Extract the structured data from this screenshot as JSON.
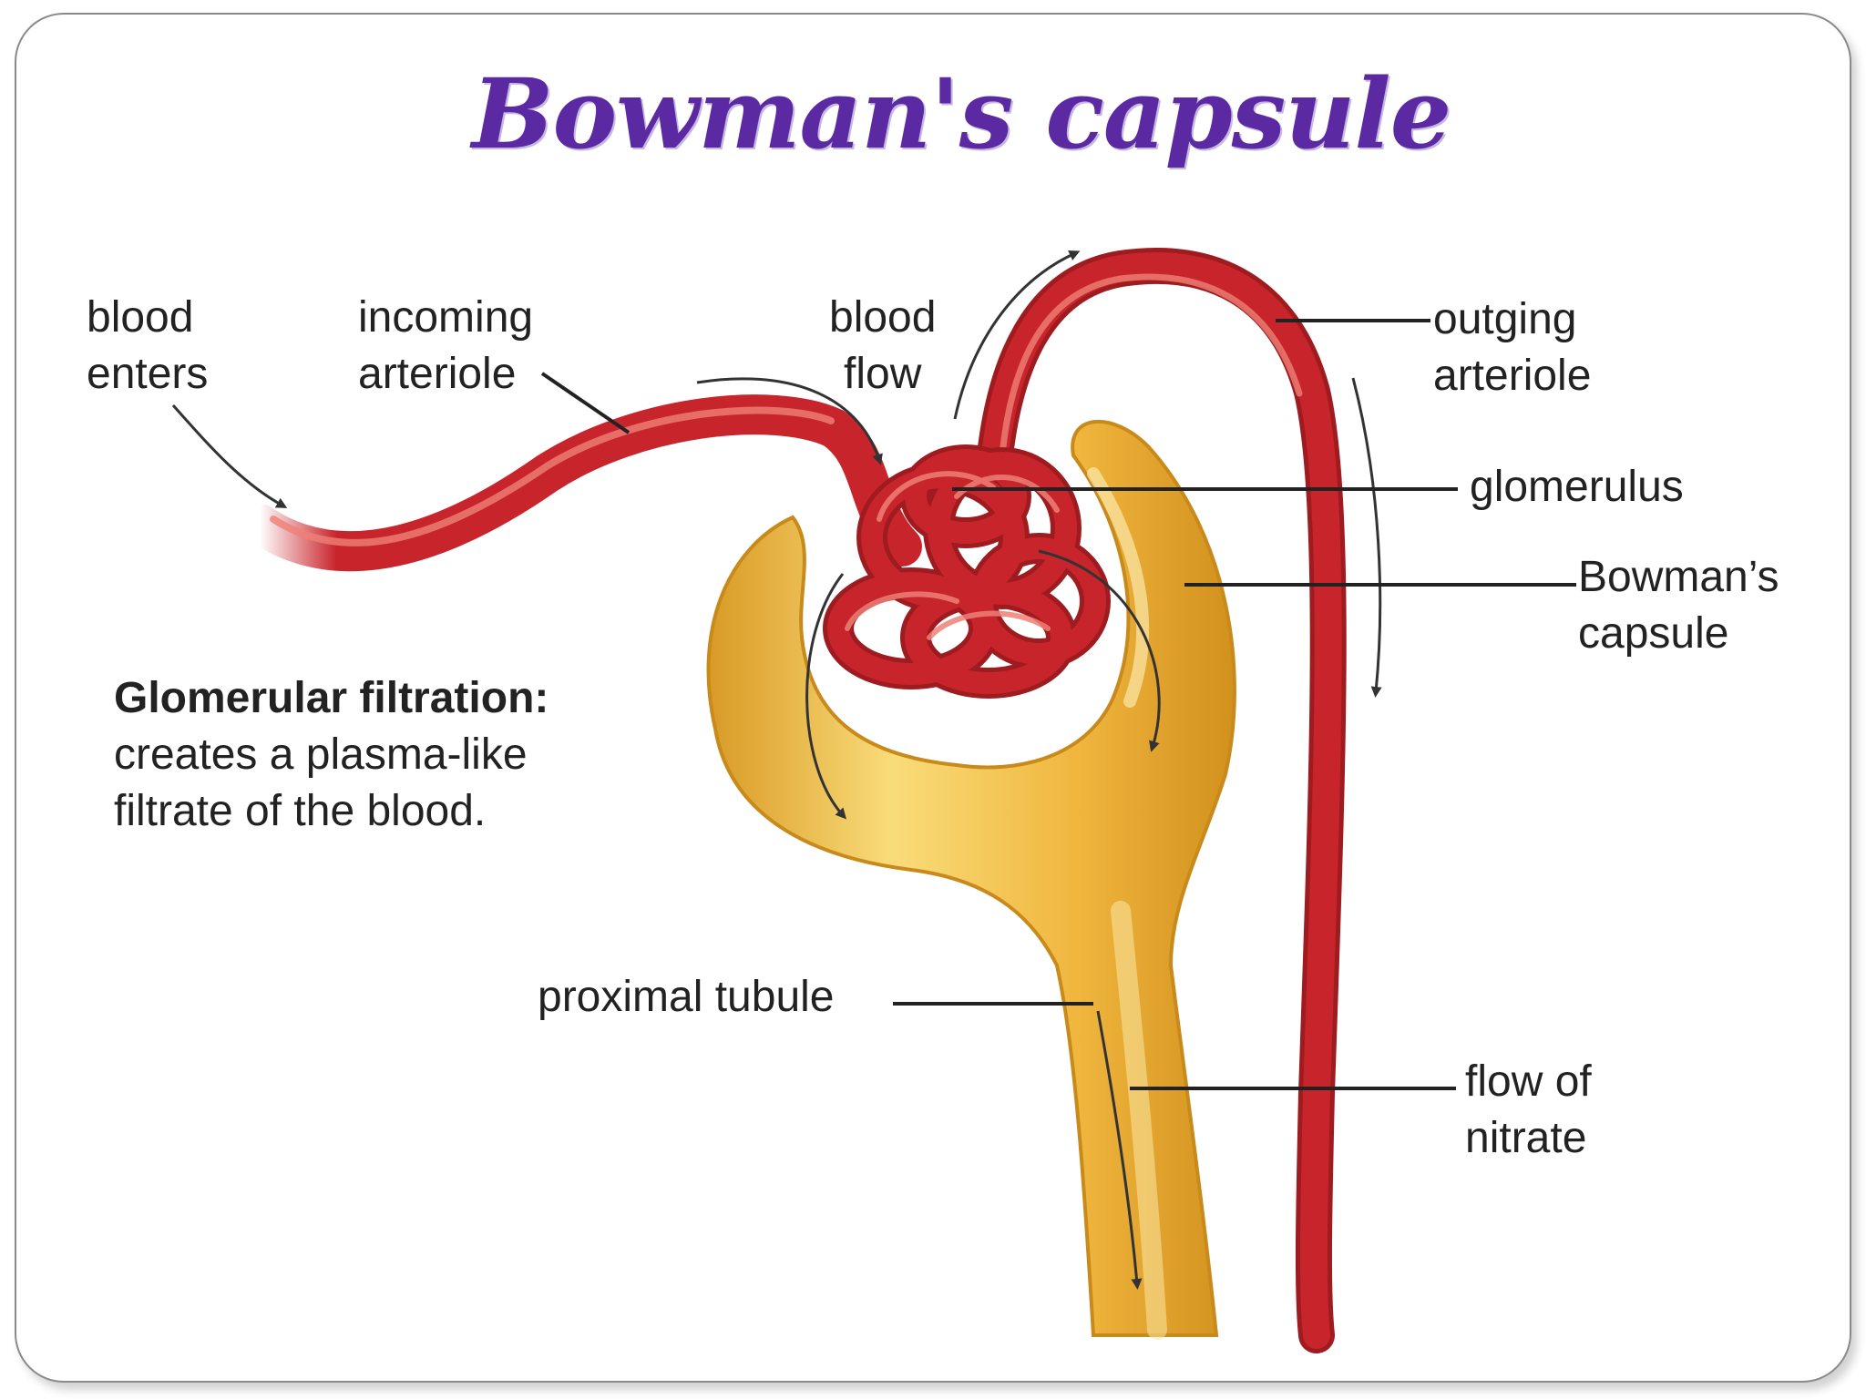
{
  "title": "Bowman's capsule",
  "labels": {
    "blood_enters": [
      "blood",
      "enters"
    ],
    "incoming_arteriole": [
      "incoming",
      "arteriole"
    ],
    "blood_flow": [
      "blood",
      "flow"
    ],
    "outgoing_arteriole": [
      "outging",
      "arteriole"
    ],
    "glomerulus": "glomerulus",
    "bowmans_capsule": [
      "Bowman’s",
      "capsule"
    ],
    "proximal_tubule": "proximal tubule",
    "flow_of_nitrate": [
      "flow of",
      "nitrate"
    ]
  },
  "note": {
    "heading": "Glomerular filtration:",
    "lines": [
      "creates a plasma-like",
      "filtrate of the blood."
    ]
  },
  "colors": {
    "title": "#5b2aa3",
    "vessel": "#c8242b",
    "vessel_highlight": "#ef7f77",
    "capsule": "#eeb43a",
    "capsule_light": "#f9dc7a",
    "text": "#222222"
  }
}
